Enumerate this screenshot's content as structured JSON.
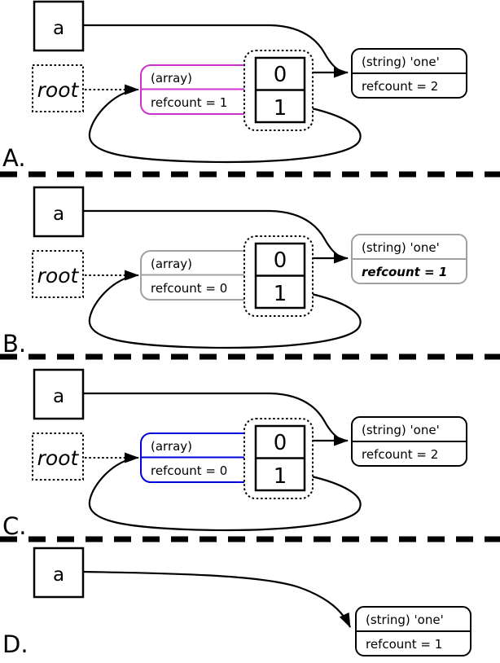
{
  "colors": {
    "possible_root_magenta": "#cc33cc",
    "garbage_blue": "#0000dd",
    "gray_border": "#a0a0a0",
    "gray_text": "#949494",
    "black": "#000000"
  },
  "panels": [
    {
      "label": "A.",
      "var_box": "a",
      "root_box": "root",
      "array_node": {
        "type": "(array)",
        "refcount": "refcount = 1",
        "color": "#cc33cc",
        "text_color": "#cc33cc"
      },
      "cells": {
        "c0": "0",
        "c1": "1"
      },
      "string_node": {
        "type": "(string) 'one'",
        "refcount": "refcount = 2",
        "border_color": "#000000",
        "text_color": "#000000"
      }
    },
    {
      "label": "B.",
      "var_box": "a",
      "root_box": "root",
      "array_node": {
        "type": "(array)",
        "refcount": "refcount = 0",
        "color": "#a0a0a0",
        "text_color": "#949494"
      },
      "cells": {
        "c0": "0",
        "c1": "1"
      },
      "string_node": {
        "type": "(string) 'one'",
        "refcount": "refcount = 1",
        "border_color": "#a0a0a0",
        "text_color": "#949494"
      }
    },
    {
      "label": "C.",
      "var_box": "a",
      "root_box": "root",
      "array_node": {
        "type": "(array)",
        "refcount": "refcount = 0",
        "color": "#0000dd",
        "text_color": "#0000dd"
      },
      "cells": {
        "c0": "0",
        "c1": "1"
      },
      "string_node": {
        "type": "(string) 'one'",
        "refcount": "refcount = 2",
        "border_color": "#000000",
        "text_color": "#000000"
      }
    },
    {
      "label": "D.",
      "var_box": "a",
      "string_node": {
        "type": "(string) 'one'",
        "refcount": "refcount = 1",
        "border_color": "#000000",
        "text_color": "#000000"
      }
    }
  ]
}
